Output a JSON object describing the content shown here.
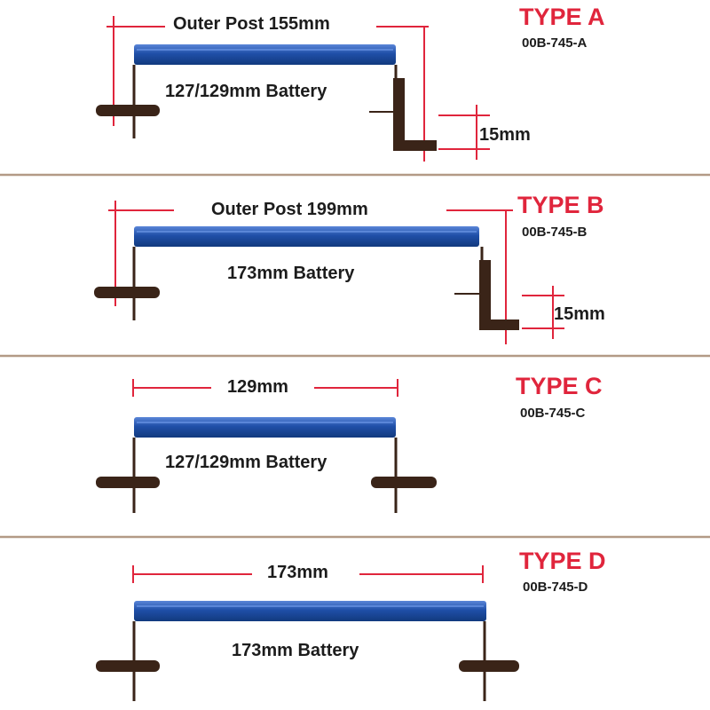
{
  "colors": {
    "bar": "#1f4fa8",
    "bar_highlight": "#5a86d8",
    "bar_shadow": "#123a7e",
    "bracket": "#3a2418",
    "dimension_line": "#e0253c",
    "type_label": "#e0253c",
    "divider": "#b39a86"
  },
  "types": [
    {
      "type_label": "TYPE A",
      "part_number": "00B-745-A",
      "span_label": "Outer Post 155mm",
      "battery_label": "127/129mm Battery",
      "offset_label": "15mm"
    },
    {
      "type_label": "TYPE B",
      "part_number": "00B-745-B",
      "span_label": "Outer Post 199mm",
      "battery_label": "173mm Battery",
      "offset_label": "15mm"
    },
    {
      "type_label": "TYPE C",
      "part_number": "00B-745-C",
      "span_label": "129mm",
      "battery_label": "127/129mm Battery"
    },
    {
      "type_label": "TYPE D",
      "part_number": "00B-745-D",
      "span_label": "173mm",
      "battery_label": "173mm Battery"
    }
  ]
}
